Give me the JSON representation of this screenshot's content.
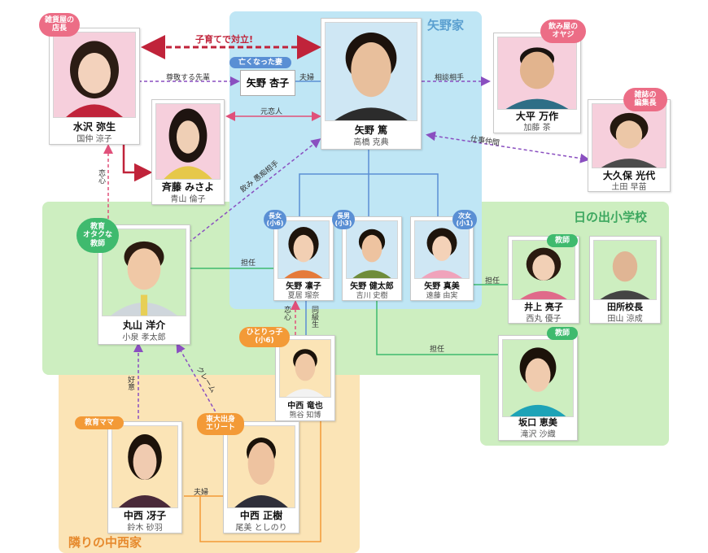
{
  "regions": {
    "yano": "矢野家",
    "school": "日の出小学校",
    "nakanishi": "隣りの中西家"
  },
  "people": {
    "mizusawa": {
      "name": "水沢 弥生",
      "actor": "国仲 涼子",
      "tag": "雑貨屋の\n店長"
    },
    "saito": {
      "name": "斉藤 みさよ",
      "actor": "青山 倫子"
    },
    "kyoko": {
      "name": "矢野 杏子",
      "tag": "亡くなった妻"
    },
    "atsushi": {
      "name": "矢野 篤",
      "actor": "高橋 克典"
    },
    "ohira": {
      "name": "大平 万作",
      "actor": "加藤 茶",
      "tag": "飲み屋の\nオヤジ"
    },
    "okubo": {
      "name": "大久保 光代",
      "actor": "土田 早苗",
      "tag": "雑誌の\n編集長"
    },
    "maruyama": {
      "name": "丸山 洋介",
      "actor": "小泉 孝太郎",
      "tag": "教育\nオタクな\n教師"
    },
    "rinko": {
      "name": "矢野 凛子",
      "actor": "夏居 瑠奈",
      "tag": "長女\n(小6)"
    },
    "kentaro": {
      "name": "矢野 健太郎",
      "actor": "吉川 史樹",
      "tag": "長男\n(小3)"
    },
    "mami": {
      "name": "矢野 真美",
      "actor": "遠藤 由実",
      "tag": "次女\n(小1)"
    },
    "inoue": {
      "name": "井上 亮子",
      "actor": "西丸 優子",
      "tag": "教師"
    },
    "tadokoro": {
      "name": "田所校長",
      "actor": "田山 涼成"
    },
    "sakaguchi": {
      "name": "坂口 恵美",
      "actor": "滝沢 沙織",
      "tag": "教師"
    },
    "tatsuya": {
      "name": "中西 竜也",
      "actor": "熊谷 知博",
      "tag": "ひとりっ子\n(小6)"
    },
    "saeko": {
      "name": "中西 冴子",
      "actor": "鈴木 砂羽",
      "tag": "教育ママ"
    },
    "masaki": {
      "name": "中西 正樹",
      "actor": "尾美 としのり",
      "tag": "東大出身\nエリート"
    }
  },
  "relations": {
    "conflict": "子育てで対立!",
    "respect": "尊敬する先輩",
    "spouse_yano": "夫婦",
    "consult": "相談相手",
    "ex_lover": "元恋人",
    "colleague": "仕事仲間",
    "drinking": "飲み 愚痴相手",
    "love_mizusawa": "恋心",
    "homeroom_maruyama": "担任",
    "homeroom_inoue": "担任",
    "homeroom_sakaguchi": "担任",
    "love_tatsuya": "恋心",
    "classmate": "同級生",
    "favor": "好意",
    "complaint": "クレーム",
    "spouse_nakanishi": "夫婦"
  },
  "colors": {
    "yano_bg": "#bfe6f5",
    "school_bg": "#cdeec0",
    "nakanishi_bg": "#fbe4b6",
    "dashed_purple": "#8a4fc0",
    "pink_line": "#e0507a",
    "red_line": "#c0233a"
  }
}
